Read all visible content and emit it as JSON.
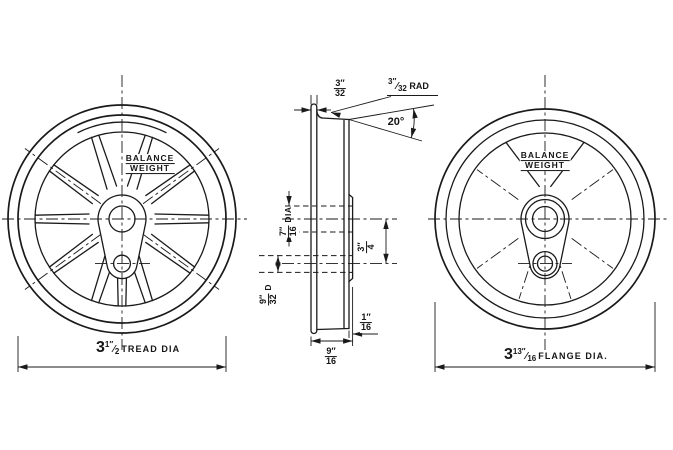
{
  "drawing": {
    "slash": "⁄",
    "balance_weight": {
      "line1": "BALANCE",
      "line2": "WEIGHT"
    },
    "left_view": {
      "dia_whole": "3",
      "dia_num": "1″",
      "dia_den": "2",
      "dia_label": "TREAD DIA"
    },
    "right_view": {
      "dia_whole": "3",
      "dia_num": "13″",
      "dia_den": "16",
      "dia_label": "FLANGE DIA."
    },
    "section": {
      "flange_width": {
        "num": "3″",
        "den": "32"
      },
      "flange_radius": {
        "num": "3″",
        "den": "32",
        "label": "RAD"
      },
      "flange_angle": "20°",
      "axle_hole": {
        "num": "7″",
        "den": "16",
        "label": "DIA"
      },
      "crankpin_hole": {
        "num": "9″",
        "den": "32",
        "label": "D"
      },
      "crank_throw": {
        "num": "3″",
        "den": "4"
      },
      "rim_width": {
        "num": "9″",
        "den": "16"
      },
      "boss_offset": {
        "num": "1″",
        "den": "16"
      }
    },
    "colors": {
      "ink": "#1a1a1a",
      "paper": "#ffffff"
    }
  }
}
